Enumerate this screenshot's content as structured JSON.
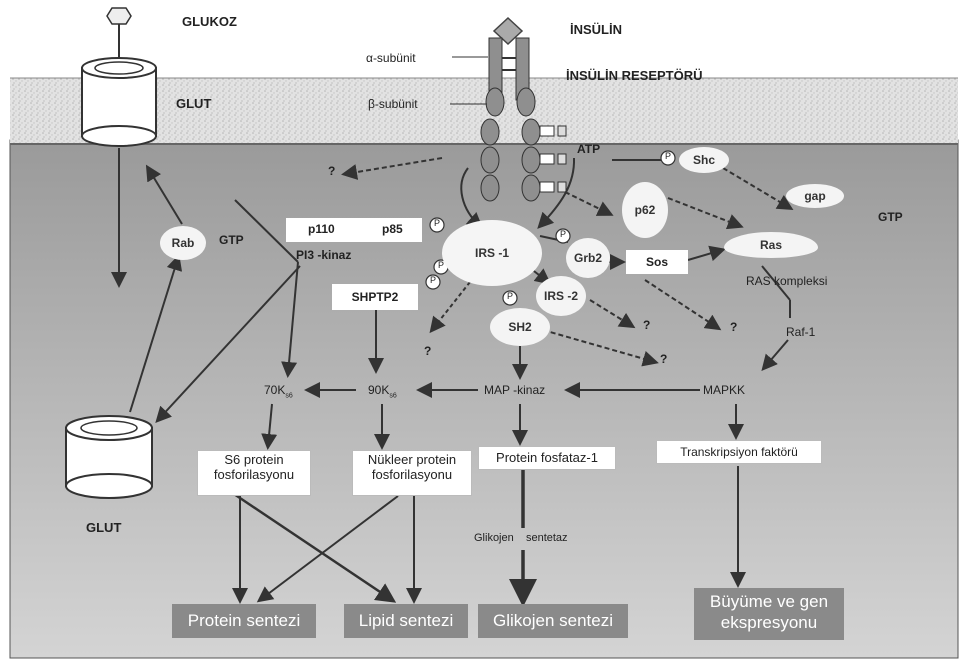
{
  "labels": {
    "glukoz": "GLUKOZ",
    "insulin": "İNSÜLİN",
    "alpha_subunit": "α-subünit",
    "insulin_receptor": "İNSÜLİN RESEPTÖRÜ",
    "glut_top": "GLUT",
    "beta_subunit": "β-subünit",
    "question": "?",
    "atp": "ATP",
    "shc": "Shc",
    "gap": "gap",
    "gtp_right": "GTP",
    "p62": "p62",
    "rab": "Rab",
    "gtp_left": "GTP",
    "p110": "p110",
    "p85": "p85",
    "pi3_kinaz": "PI3 -kinaz",
    "irs1": "IRS -1",
    "grb2": "Grb2",
    "sos": "Sos",
    "ras": "Ras",
    "shptp2": "SHPTP2",
    "irs2": "IRS -2",
    "ras_kompleksi": "RAS kompleksi",
    "sh2": "SH2",
    "raf1": "Raf-1",
    "k70": "70K",
    "k90": "90K",
    "k_sub": "s6",
    "map_kinaz": "MAP -kinaz",
    "mapkk": "MAPKK",
    "glut_bottom": "GLUT",
    "s6_protein": "S6 protein fosforilasyonu",
    "nukleer_protein": "Nükleer protein fosforilasyonu",
    "protein_fosfataz": "Protein fosfataz-1",
    "transkripsiyon": "Transkripsiyon faktörü",
    "glikojen_sentetaz": "Glikojen    sentetaz",
    "p": "P"
  },
  "outputs": {
    "protein_sentezi": "Protein sentezi",
    "lipid_sentezi": "Lipid sentezi",
    "glikojen_sentezi": "Glikojen sentezi",
    "buyume": "Büyüme ve gen ekspresyonu"
  },
  "colors": {
    "cytoplasm_top": "#9a9a9a",
    "cytoplasm_bottom": "#d2d2d2",
    "membrane": "#dedede",
    "receptor": "#8f8f8f",
    "output_box": "#8a8a8a",
    "arrow": "#333333"
  }
}
